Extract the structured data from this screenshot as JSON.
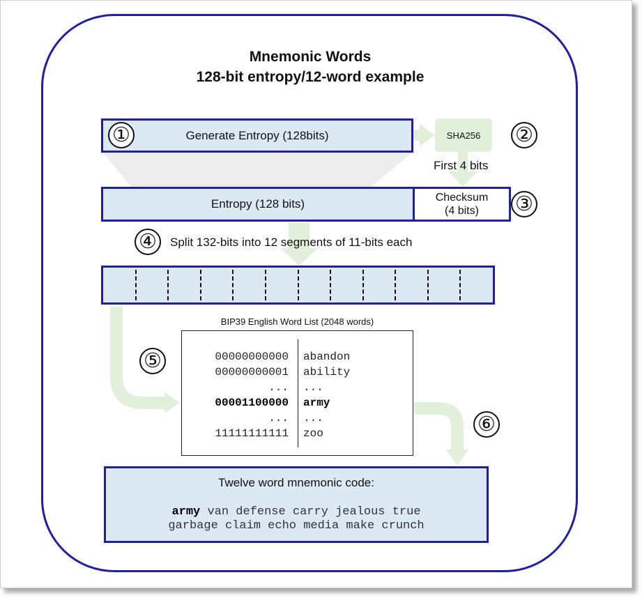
{
  "title": {
    "line1": "Mnemonic Words",
    "line2": "128-bit entropy/12-word example"
  },
  "steps": {
    "s1": "①",
    "s2": "②",
    "s3": "③",
    "s4": "④",
    "s5": "⑤",
    "s6": "⑥"
  },
  "generate_entropy": "Generate Entropy (128bits)",
  "sha256": "SHA256",
  "first_4_bits": "First 4 bits",
  "entropy": "Entropy (128 bits)",
  "checksum": {
    "line1": "Checksum",
    "line2": "(4 bits)"
  },
  "split_label": "Split 132-bits into 12 segments of 11-bits each",
  "segment_count": 12,
  "word_list": {
    "title": "BIP39 English Word List (2048 words)",
    "rows": [
      {
        "bits": "00000000000",
        "word": "abandon",
        "bold": false
      },
      {
        "bits": "00000000001",
        "word": "ability",
        "bold": false
      },
      {
        "bits": "...",
        "word": "...",
        "bold": false
      },
      {
        "bits": "00001100000",
        "word": "army",
        "bold": true
      },
      {
        "bits": "...",
        "word": "...",
        "bold": false
      },
      {
        "bits": "11111111111",
        "word": "zoo",
        "bold": false
      }
    ]
  },
  "mnemonic": {
    "heading": "Twelve word mnemonic code:",
    "first_word": "army",
    "line1_rest": " van defense carry jealous true",
    "line2": "garbage claim echo media make crunch"
  },
  "colors": {
    "border_blue": "#1f1f9f",
    "box_fill": "#dce9f5",
    "arrow_green": "#e2efdb",
    "funnel_gray": "#ececec"
  }
}
